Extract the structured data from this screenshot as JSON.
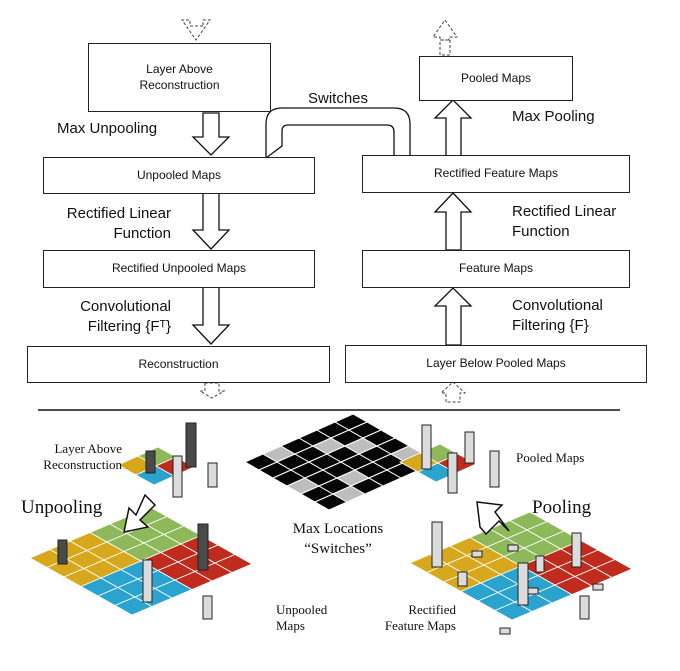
{
  "colors": {
    "yellow": "#d8a81c",
    "green": "#8db95a",
    "blue": "#2aa3cf",
    "red": "#bf2b1c",
    "bar_dark": "#4a4a4a",
    "bar_light": "#dcdcdc"
  },
  "deconv_stack": {
    "layer_above": "Layer Above Reconstruction",
    "unpooled_maps": "Unpooled Maps",
    "rectified_unpooled": "Rectified Unpooled Maps",
    "reconstruction": "Reconstruction"
  },
  "deconv_labels": {
    "max_unpooling": "Max Unpooling",
    "rectified_linear_1": "Rectified Linear",
    "rectified_linear_2": "Function",
    "conv_1": "Convolutional",
    "conv_2": "Filtering {Fᵀ}"
  },
  "conv_stack": {
    "pooled_maps": "Pooled Maps",
    "rectified_feature": "Rectified Feature Maps",
    "feature_maps": "Feature Maps",
    "layer_below": "Layer Below Pooled Maps"
  },
  "conv_labels": {
    "max_pooling": "Max Pooling",
    "rectified_linear_1": "Rectified Linear",
    "rectified_linear_2": "Function",
    "conv_1": "Convolutional",
    "conv_2": "Filtering {F}"
  },
  "switches_label": "Switches",
  "bottom": {
    "layer_above_1": "Layer Above",
    "layer_above_2": "Reconstruction",
    "unpooling": "Unpooling",
    "max_locations": "Max Locations",
    "switches_quoted": "“Switches”",
    "unpooled_1": "Unpooled",
    "unpooled_2": "Maps",
    "pooled_maps": "Pooled Maps",
    "pooling": "Pooling",
    "rectified_1": "Rectified",
    "rectified_2": "Feature Maps"
  }
}
